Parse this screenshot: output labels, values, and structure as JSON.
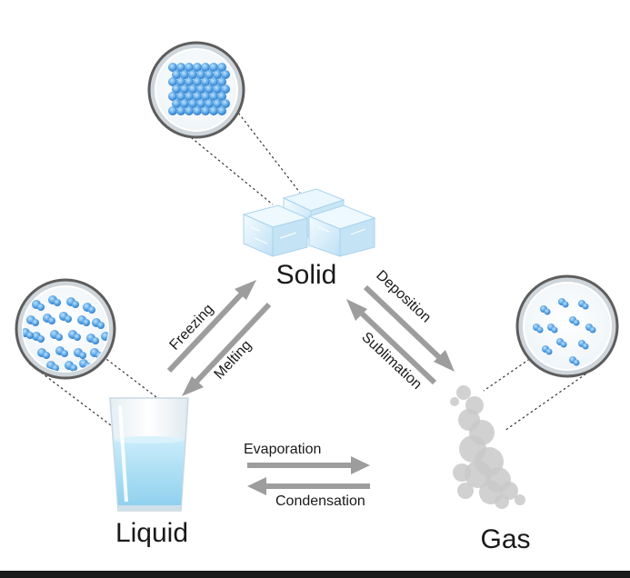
{
  "states": {
    "solid": "Solid",
    "liquid": "Liquid",
    "gas": "Gas"
  },
  "transitions": {
    "freezing": "Freezing",
    "melting": "Melting",
    "deposition": "Deposition",
    "sublimation": "Sublimation",
    "evaporation": "Evaporation",
    "condensation": "Condensation"
  },
  "colors": {
    "arrow": "#9d9d9d",
    "molecule": "#3f8fd8",
    "ice": "#cfe9f8",
    "water": "#a8dcf2",
    "smoke": "#c9c9c9"
  },
  "icons": [
    "molecule-lattice-icon",
    "ice-cubes-icon",
    "glass-of-water-icon",
    "smoke-cloud-icon"
  ]
}
